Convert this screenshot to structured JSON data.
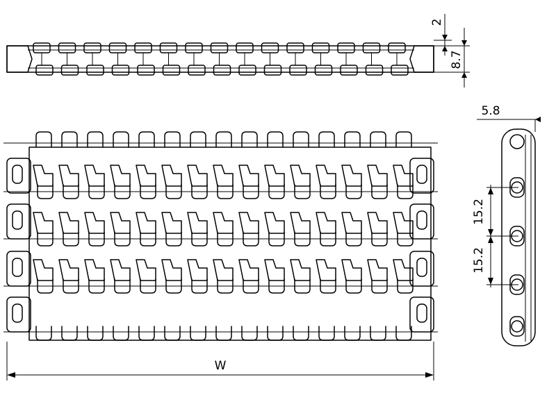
{
  "dimensions": {
    "top_thickness": "2",
    "total_height": "8.7",
    "side_offset": "5.8",
    "pitch_1": "15.2",
    "pitch_2": "15.2",
    "width": "W"
  },
  "drawing": {
    "views": [
      "top-edge-view",
      "plan-view",
      "side-view"
    ],
    "plan_view_rows": 4,
    "links_per_row": 15
  }
}
